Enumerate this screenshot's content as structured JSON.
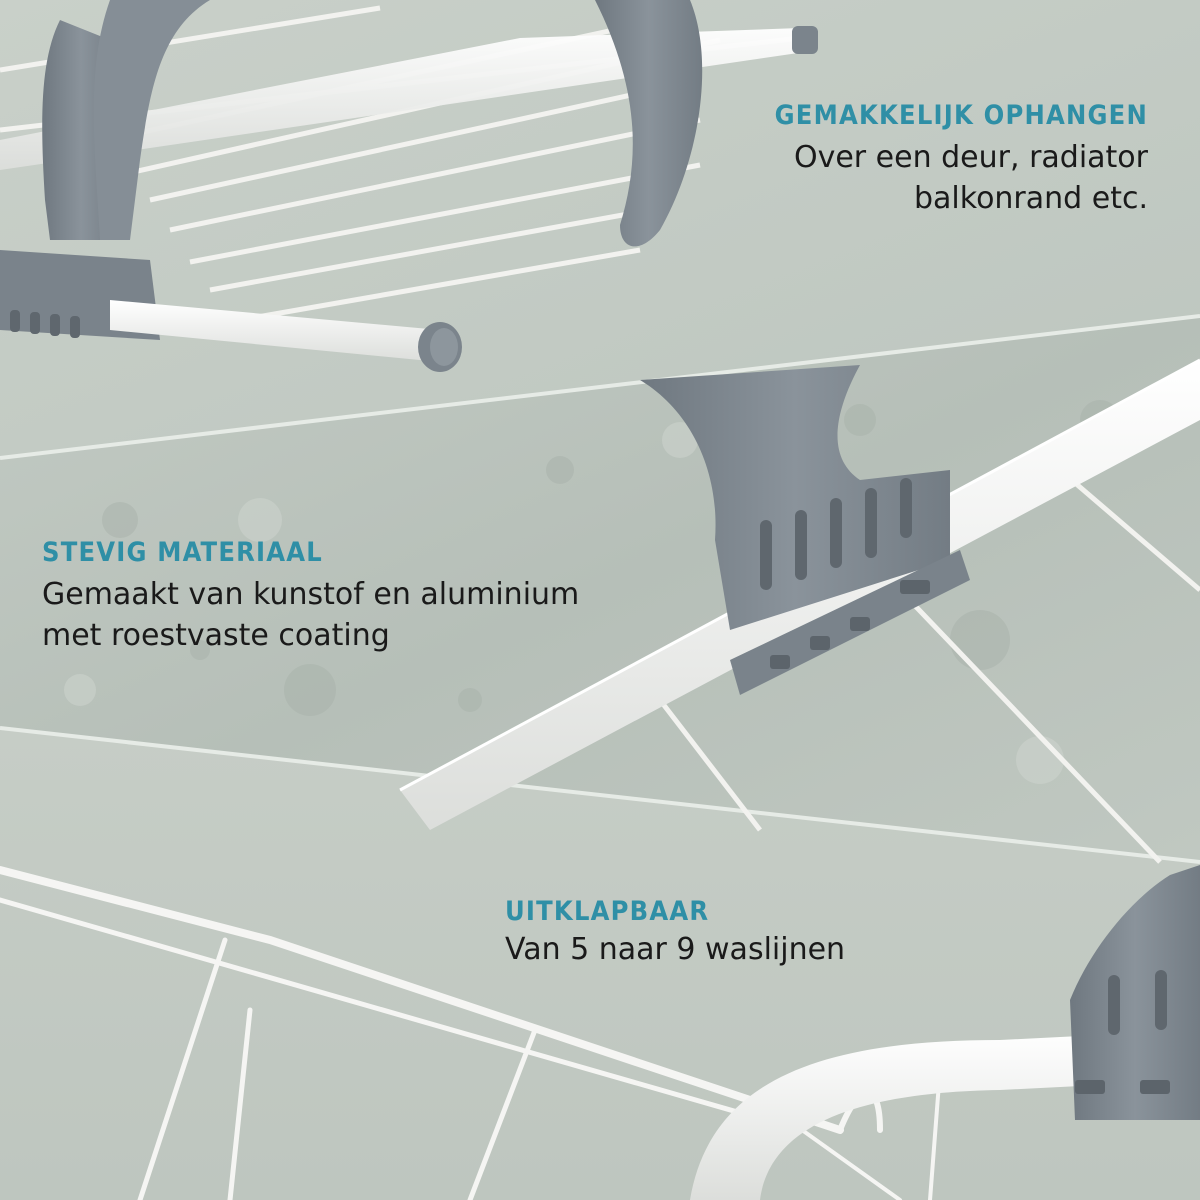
{
  "features": [
    {
      "title": "GEMAKKELIJK OPHANGEN",
      "lines": [
        "Over een deur, radiator",
        "balkonrand etc."
      ]
    },
    {
      "title": "STEVIG MATERIAAL",
      "lines": [
        "Gemaakt van kunstof en aluminium",
        "met roestvaste coating"
      ]
    },
    {
      "title": "UITKLAPBAAR",
      "lines": [
        "Van 5 naar 9 waslijnen"
      ]
    }
  ],
  "colors": {
    "background": "#c5cdc6",
    "concrete": "#b9c2bc",
    "heading": "#2f8fa6",
    "text": "#1a1a1a",
    "plastic_grey": "#7e8790",
    "rail_white": "#f4f4f2"
  }
}
